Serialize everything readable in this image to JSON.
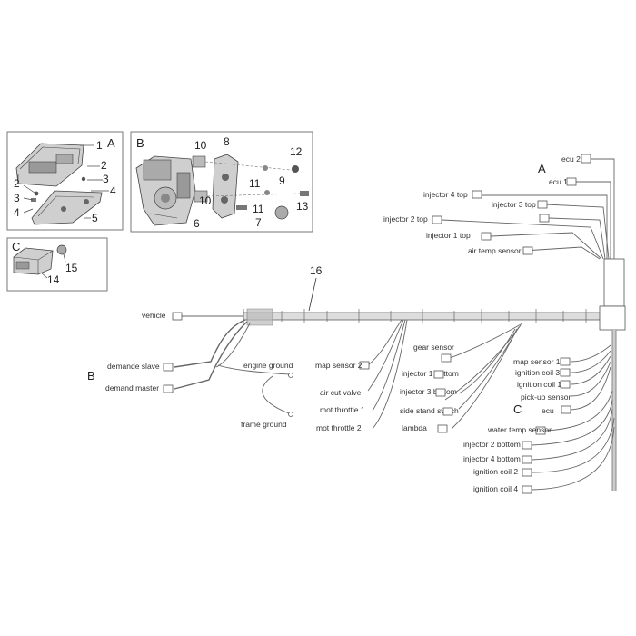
{
  "panels": {
    "A": {
      "letter": "A",
      "numbers": [
        "1",
        "2",
        "2",
        "3",
        "3",
        "4",
        "4",
        "5"
      ]
    },
    "B": {
      "letter": "B",
      "numbers": [
        "10",
        "8",
        "12",
        "9",
        "11",
        "10",
        "11",
        "6",
        "7",
        "13"
      ]
    },
    "C": {
      "letter": "C",
      "numbers": [
        "14",
        "15"
      ]
    }
  },
  "harness": {
    "number": "16"
  },
  "group_letters": {
    "right_top": "A",
    "left_bottom": "B",
    "right_bottom": "C"
  },
  "connectors": {
    "ecu2": "ecu 2",
    "ecu1": "ecu 1",
    "injector4_top": "injector 4 top",
    "injector3_top": "injector 3 top",
    "injector2_top": "injector 2 top",
    "injector1_top": "injector 1 top",
    "air_temp_sensor": "air temp sensor",
    "vehicle": "vehicle",
    "demande_slave": "demande slave",
    "demand_master": "demand master",
    "engine_ground": "engine ground",
    "frame_ground": "frame ground",
    "map_sensor_2": "map sensor 2",
    "air_cut_valve": "air cut valve",
    "mot_throttle_1": "mot throttle 1",
    "mot_throttle_2": "mot throttle 2",
    "gear_sensor": "gear sensor",
    "injector1_bottom": "injector 1 bottom",
    "injector3_bottom": "injector 3 bottom",
    "side_stand_switch": "side stand switch",
    "lambda": "lambda",
    "map_sensor_1": "map sensor 1",
    "ignition_coil_3": "ignition coil 3",
    "ignition_coil_1": "ignition coil 1",
    "pickup_sensor": "pick-up sensor",
    "ecu_c": "ecu",
    "water_temp_sensor": "water temp sensor",
    "injector2_bottom": "injector 2 bottom",
    "injector4_bottom": "injector 4 bottom",
    "ignition_coil_2": "ignition coil 2",
    "ignition_coil_4": "ignition coil 4"
  }
}
